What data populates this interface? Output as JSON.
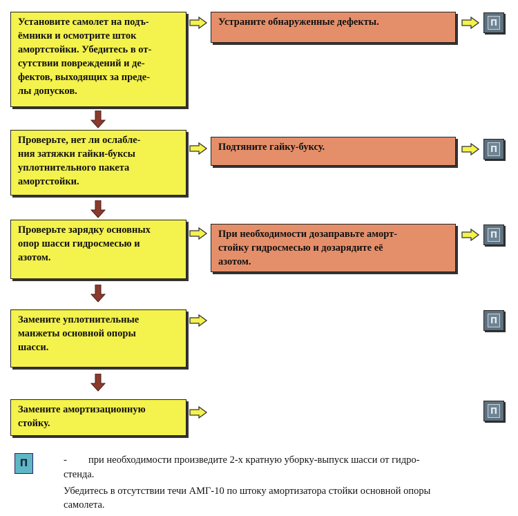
{
  "steps": [
    {
      "text": "Установите самолет на подъ-\nёмники и осмотрите  шток\nамортстойки. Убедитесь в от-\nсутствии повреждений и де-\nфектов, выходящих за преде-\nлы допусков."
    },
    {
      "text": "Проверьте,  нет ли ослабле-\nния затяжки гайки-буксы\nуплотнительного пакета\nамортстойки."
    },
    {
      "text": "Проверьте зарядку основных\nопор шасси гидросмесью и\nазотом."
    },
    {
      "text": "Замените уплотнительные\nманжеты основной опоры\nшасси."
    },
    {
      "text": "Замените амортизационную\nстойку."
    }
  ],
  "actions": [
    {
      "text": "Устраните обнаруженные  дефекты."
    },
    {
      "text": "Подтяните гайку-буксу."
    },
    {
      "text": "При необходимости дозаправьте аморт-\nстойку гидросмесью и дозарядите её\nазотом."
    }
  ],
  "badge_label": "П",
  "legend": {
    "badge": "П",
    "dash": "-",
    "line1": "при необходимости произведите 2-х кратную уборку-выпуск шасси от гидро-",
    "line2": "стенда.",
    "line3": "Убедитесь в отсутствии течи АМГ-10 по штоку амортизатора стойки основной опоры",
    "line4": "самолета."
  },
  "colors": {
    "step_fill": "#f4f24c",
    "action_fill": "#e58f6a",
    "down_arrow": "#8a3b2c",
    "right_arrow_fill": "#f4f24c",
    "badge_fill": "#5d7180",
    "legend_badge_fill": "#5fb6c5"
  },
  "icons": {
    "right_arrow": "right-arrow-icon",
    "down_arrow": "down-arrow-icon",
    "badge": "p-badge-icon"
  }
}
